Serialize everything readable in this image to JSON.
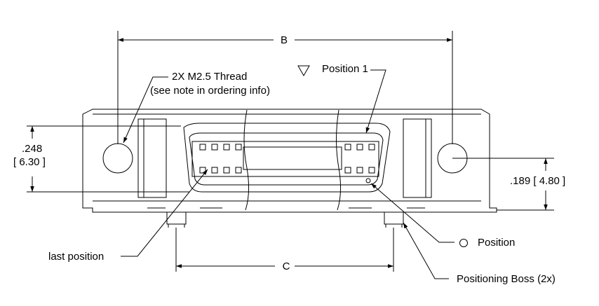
{
  "labels": {
    "dim_b": "B",
    "dim_c": "C",
    "thread_line1": "2X M2.5 Thread",
    "thread_line2": "(see note in ordering info)",
    "position_1": "Position 1",
    "height_in": ".248",
    "height_mm": "[ 6.30 ]",
    "boss_height": ".189 [ 4.80 ]",
    "last_position": "last position",
    "position_circle": "Position",
    "positioning_boss": "Positioning Boss (2x)"
  },
  "icons": {
    "position_1_marker": "triangle-down-icon",
    "position_marker": "circle-icon"
  },
  "colors": {
    "line": "#000000",
    "background": "#ffffff"
  }
}
